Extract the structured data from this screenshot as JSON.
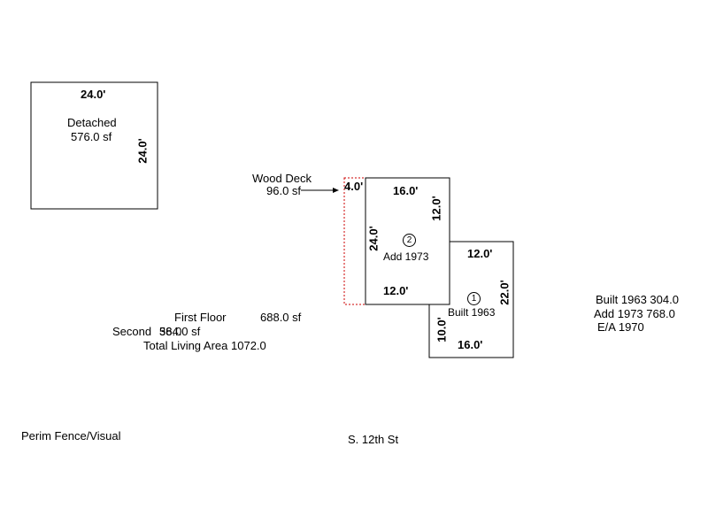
{
  "detached": {
    "name": "Detached",
    "area": "576.0 sf",
    "dim_top": "24.0'",
    "dim_right": "24.0'"
  },
  "wood_deck": {
    "name": "Wood Deck",
    "area": "96.0 sf",
    "dim_width": "4.0'"
  },
  "addition": {
    "marker": "2",
    "label": "Add 1973",
    "dim_top": "16.0'",
    "dim_right": "12.0'",
    "dim_left": "24.0'",
    "dim_bottom": "12.0'"
  },
  "original": {
    "marker": "1",
    "label": "Built 1963",
    "dim_top": "12.0'",
    "dim_right": "22.0'",
    "dim_left": "10.0'",
    "dim_bottom": "16.0'"
  },
  "summary": {
    "first_floor_label": "First Floor",
    "first_floor_value": "688.0 sf",
    "second_label": "Second",
    "second_value": "384.0 sf",
    "second_value_overlap": "56.0",
    "total_living": "Total Living Area 1072.0"
  },
  "legend": {
    "line1": "Built 1963 304.0",
    "line2": "Add 1973 768.0",
    "line3": "E/A 1970"
  },
  "notes": {
    "fence": "Perim Fence/Visual",
    "street": "S. 12th St"
  },
  "colors": {
    "line": "#000000",
    "deck_line": "#cc0000"
  }
}
